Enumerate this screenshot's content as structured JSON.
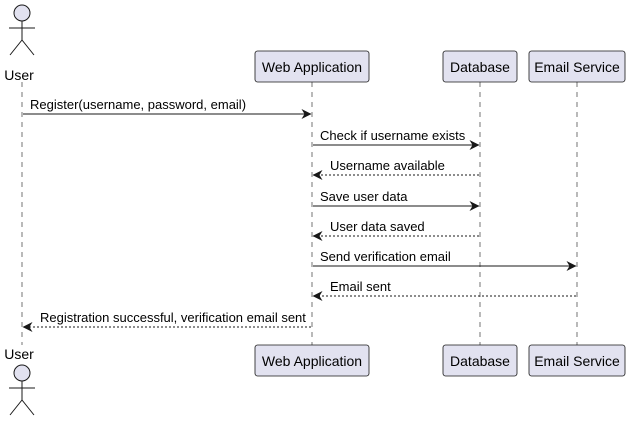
{
  "diagram": {
    "type": "sequence",
    "colors": {
      "participant_fill": "#E2E2F0",
      "line": "#181818",
      "background": "#FFFFFF"
    },
    "participants": [
      {
        "id": "user",
        "label": "User",
        "kind": "actor"
      },
      {
        "id": "web",
        "label": "Web Application",
        "kind": "participant"
      },
      {
        "id": "db",
        "label": "Database",
        "kind": "participant"
      },
      {
        "id": "email",
        "label": "Email Service",
        "kind": "participant"
      }
    ],
    "messages": [
      {
        "from": "user",
        "to": "web",
        "label": "Register(username, password, email)",
        "style": "sync"
      },
      {
        "from": "web",
        "to": "db",
        "label": "Check if username exists",
        "style": "sync"
      },
      {
        "from": "db",
        "to": "web",
        "label": "Username available",
        "style": "reply"
      },
      {
        "from": "web",
        "to": "db",
        "label": "Save user data",
        "style": "sync"
      },
      {
        "from": "db",
        "to": "web",
        "label": "User data saved",
        "style": "reply"
      },
      {
        "from": "web",
        "to": "email",
        "label": "Send verification email",
        "style": "sync"
      },
      {
        "from": "email",
        "to": "web",
        "label": "Email sent",
        "style": "reply"
      },
      {
        "from": "web",
        "to": "user",
        "label": "Registration successful, verification email sent",
        "style": "reply"
      }
    ]
  }
}
